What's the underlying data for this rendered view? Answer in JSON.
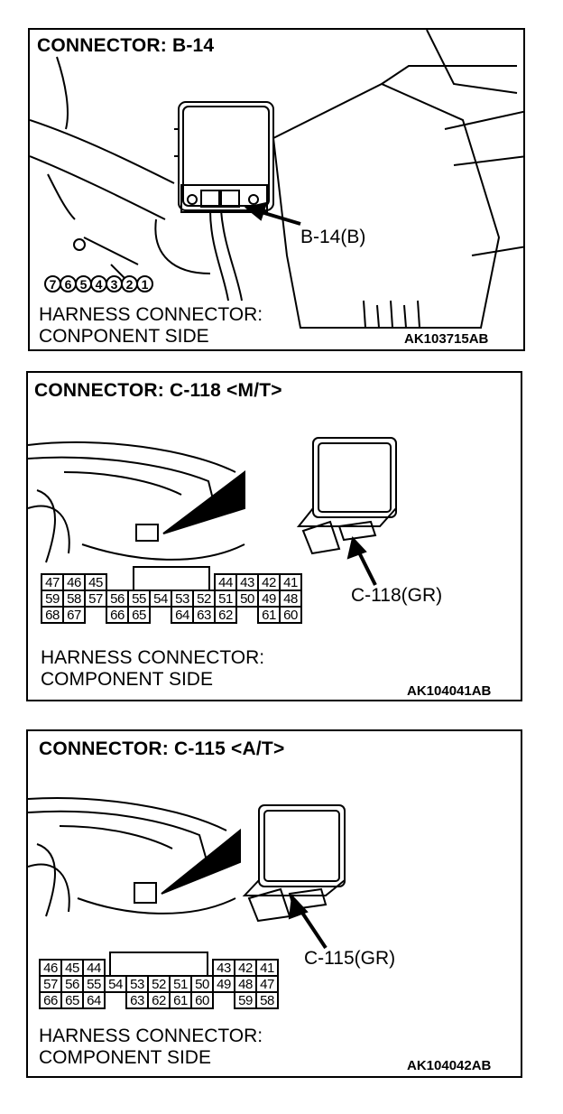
{
  "panels": [
    {
      "title": "CONNECTOR: B-14",
      "callout": "B-14(B)",
      "pins": [
        "7",
        "6",
        "5",
        "4",
        "3",
        "2",
        "1"
      ],
      "caption_line1": "HARNESS CONNECTOR:",
      "caption_line2": "CONPONENT SIDE",
      "code": "AK103715AB"
    },
    {
      "title": "CONNECTOR: C-118 <M/T>",
      "callout": "C-118(GR)",
      "rows": [
        [
          "47",
          "46",
          "45",
          "",
          "",
          "",
          "",
          "",
          "44",
          "43",
          "42",
          "41"
        ],
        [
          "59",
          "58",
          "57",
          "56",
          "55",
          "54",
          "53",
          "52",
          "51",
          "50",
          "49",
          "48"
        ],
        [
          "68",
          "67",
          "",
          "66",
          "65",
          "",
          "64",
          "63",
          "62",
          "",
          "61",
          "60"
        ]
      ],
      "caption_line1": "HARNESS CONNECTOR:",
      "caption_line2": "COMPONENT SIDE",
      "code": "AK104041AB"
    },
    {
      "title": "CONNECTOR: C-115 <A/T>",
      "callout": "C-115(GR)",
      "rows": [
        [
          "46",
          "45",
          "44",
          "",
          "",
          "",
          "",
          "",
          "43",
          "42",
          "41"
        ],
        [
          "57",
          "56",
          "55",
          "54",
          "53",
          "52",
          "51",
          "50",
          "49",
          "48",
          "47"
        ],
        [
          "66",
          "65",
          "64",
          "",
          "63",
          "62",
          "61",
          "60",
          "",
          "59",
          "58"
        ]
      ],
      "caption_line1": "HARNESS CONNECTOR:",
      "caption_line2": "COMPONENT SIDE",
      "code": "AK104042AB"
    }
  ]
}
